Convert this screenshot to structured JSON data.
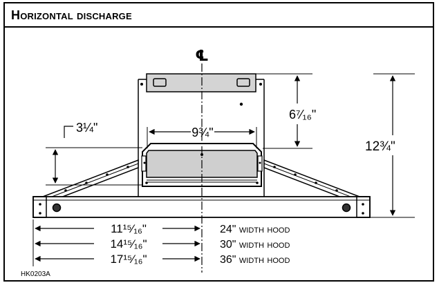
{
  "header": {
    "title": "Horizontal discharge"
  },
  "diagram": {
    "centerline_symbol": "℄",
    "labels": {
      "offset_left": "3¼\"",
      "opening_width": "9¾\"",
      "upper_height": "6⁷⁄₁₆\"",
      "total_height": "12¾\""
    },
    "hood_rows": [
      {
        "dimension": "11¹⁵⁄₁₆\"",
        "hood_label": "24\" width hood"
      },
      {
        "dimension": "14¹⁵⁄₁₆\"",
        "hood_label": "30\" width hood"
      },
      {
        "dimension": "17¹⁵⁄₁₆\"",
        "hood_label": "36\" width hood"
      }
    ]
  },
  "footer": {
    "figure_id": "HK0203A"
  },
  "colors": {
    "plate_fill": "#d4d4d4",
    "window_fill": "#cfcfcf",
    "line": "#000000"
  }
}
